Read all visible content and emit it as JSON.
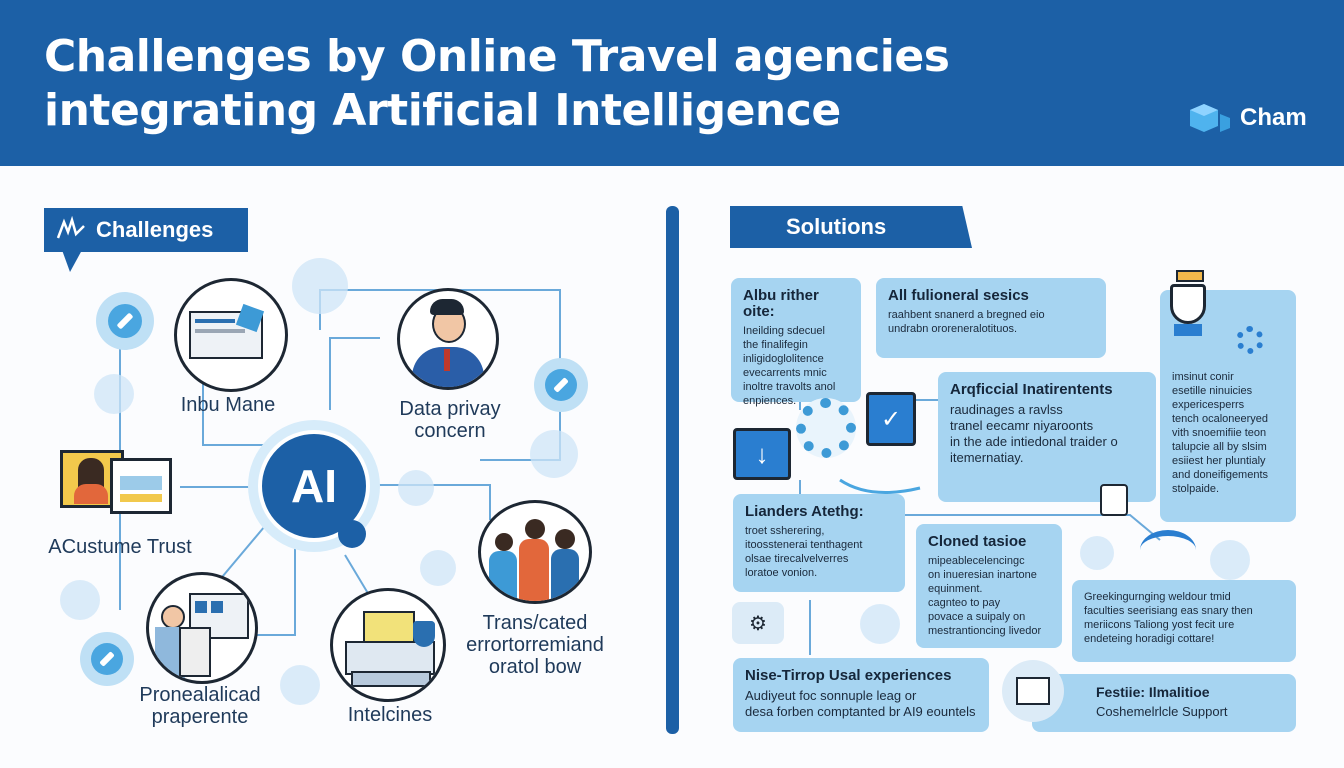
{
  "header": {
    "title_line1": "Challenges by Online Travel agencies",
    "title_line2": "integrating Artificial Intelligence",
    "logo_text": "Cham"
  },
  "challenges": {
    "tag": "Challenges",
    "center": "AI",
    "labels": {
      "inbu": "Inbu Mane",
      "privacy_1": "Data privay",
      "privacy_2": "concern",
      "trust": "ACustume Trust",
      "trans_1": "Trans/cated",
      "trans_2": "errortorremiand",
      "trans_3": "oratol bow",
      "prone_1": "Pronealalicad",
      "prone_2": "praperente",
      "intel": "Intelcines"
    }
  },
  "solutions": {
    "tag": "Solutions",
    "cards": [
      {
        "heading": "Albu rither oite:",
        "body": "Ineilding sdecuel\nthe finalifegin\ninligidoglolitence\nevecarrents mnic\ninoltre travolts anol\nenpiences."
      },
      {
        "heading": "All fulioneral sesics",
        "body": "raahbent snanerd a bregned eio\nundrabn ororeneralotituos."
      },
      {
        "heading": "Arqficcial Inatirentents",
        "body": "raudinages a ravlss\ntranel eecamr niyaroonts\nin the ade intiedonal traider o\nitemernatiay."
      },
      {
        "heading": "",
        "body": "imsinut conir\nesetille ninuicies\nexpericesperrs\ntench ocaloneeryed\nvith snoemifiie teon\ntalupcie all by slsim\nesiiest her pluntialy\nand doneifigements\nstolpaide."
      },
      {
        "heading": "Lianders Atethg:",
        "body": "troet ssherering,\nitoosstenerai tenthagent\nolsae tirecalvelverres\nloratoe vonion."
      },
      {
        "heading": "Cloned tasioe",
        "body": "mipeablecelencingc\non inueresian inartone\nequinment.\ncagnteo to pay\npovace a suipaly on\nmestrantioncing livedor"
      },
      {
        "heading": "",
        "body": "Greekingurnging weldour tmid\nfaculties seerisiang eas snary then\nmeriicons Taliong yost fecit ure\nendeteing horadigi cottare!"
      },
      {
        "heading": "Nise-Tirrop Usal experiences",
        "body": "Audiyeut foc sonnuple leag or\ndesa forben comptanted br AI9 eountels"
      },
      {
        "heading": "Festiie: Ilmalitioe",
        "body": "Coshemelrlcle Support"
      }
    ]
  },
  "colors": {
    "primary": "#1c60a6",
    "card": "#a6d4f1",
    "line": "#6aa9da"
  }
}
